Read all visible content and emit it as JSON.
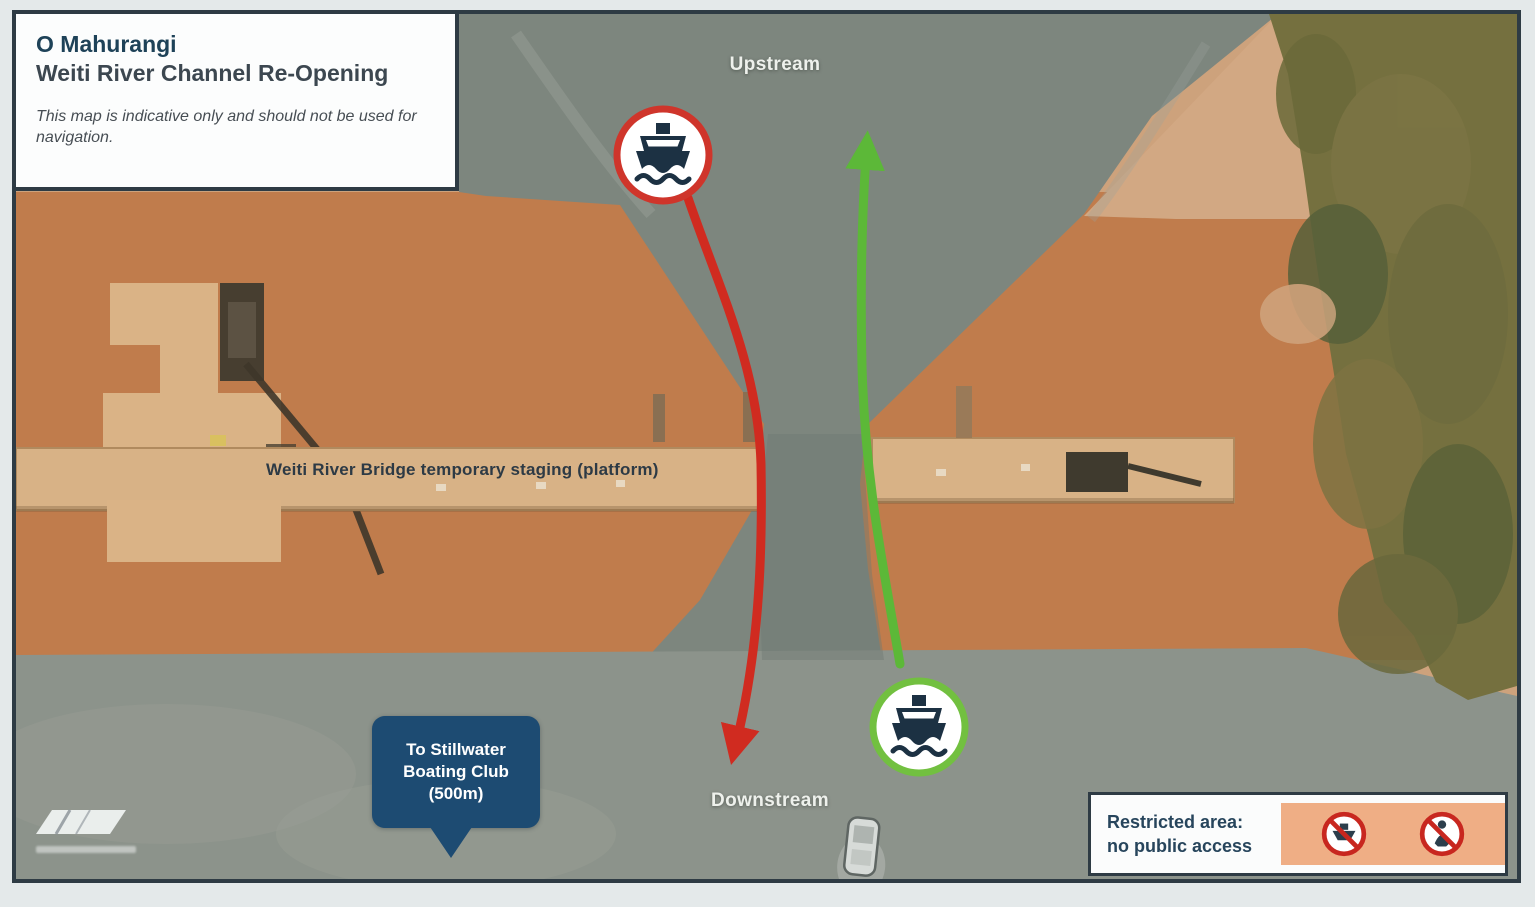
{
  "title_box": {
    "project": "O Mahurangi",
    "title": "Weiti River Channel Re-Opening",
    "disclaimer": "This map is indicative only and should not be used for navigation."
  },
  "labels": {
    "upstream": "Upstream",
    "downstream": "Downstream",
    "bridge": "Weiti River Bridge temporary staging (platform)"
  },
  "callout": {
    "text_lines": [
      "To Stillwater",
      "Boating Club",
      "(500m)"
    ],
    "background": "#1d4b72"
  },
  "legend": {
    "text_line1": "Restricted area:",
    "text_line2": "no public access",
    "swatch_color": "#efae85",
    "icon_ring_color": "#c8271f",
    "icons": [
      "no-boating-prohibition-icon",
      "no-public-access-prohibition-icon"
    ]
  },
  "markers": {
    "icon": "ferry-boat-icon",
    "icon_color": "#1c3143",
    "closed_channel": {
      "ring_color": "#cf352b"
    },
    "open_channel": {
      "ring_color": "#72c040"
    }
  },
  "arrows": {
    "closed_color": "#d02b20",
    "open_color": "#5cb838"
  },
  "map_colors": {
    "water_upstream": "#7d867e",
    "water_downstream": "#8c938b",
    "restricted_overlay": "#c07c4c",
    "sand": "#cda27c",
    "sand_light": "#d2a883",
    "bridge": "#d8b286",
    "platform": "#dab386",
    "vegetation": "#75703f"
  }
}
